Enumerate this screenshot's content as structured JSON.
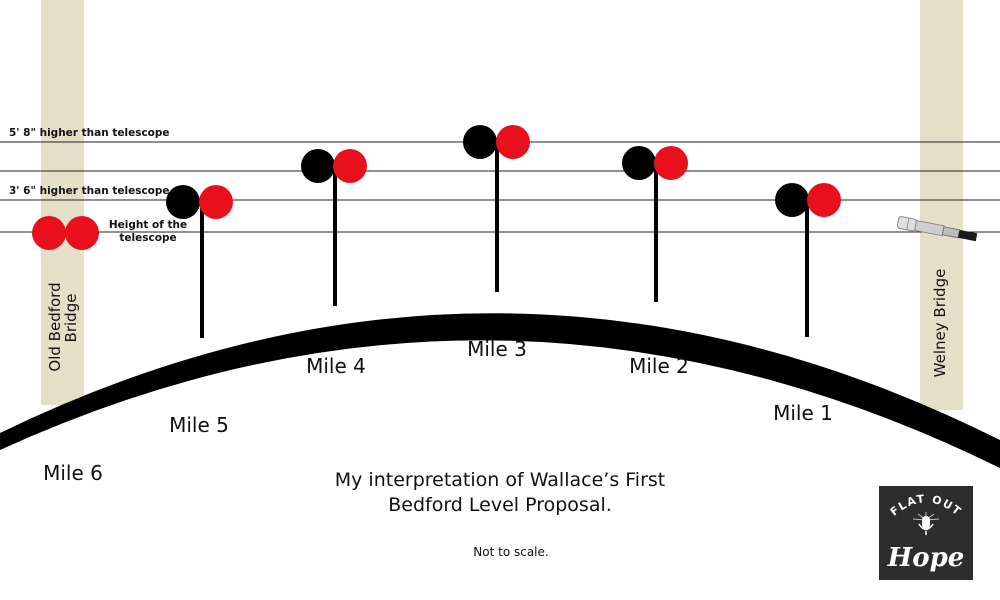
{
  "colors": {
    "earth": "#000000",
    "marker_red": "#e8101c",
    "marker_black": "#000000",
    "bridge_pillar": "#e6dfc7",
    "reference_line": "#222222",
    "logo_bg": "#2d2d2d"
  },
  "bridges": {
    "left": "Old Bedford Bridge",
    "left_line1": "Old Bedford",
    "left_line2": "Bridge",
    "right": "Welney Bridge"
  },
  "reference_lines": {
    "upper": "5' 8\" higher than telescope",
    "middle": "3' 6\" higher than telescope",
    "telescope_line1": "Height of the",
    "telescope_line2": "telescope"
  },
  "miles": {
    "m1": "Mile 1",
    "m2": "Mile 2",
    "m3": "Mile 3",
    "m4": "Mile 4",
    "m5": "Mile 5",
    "m6": "Mile 6"
  },
  "title": {
    "line1": "My interpretation of Wallace’s First",
    "line2": "Bedford Level Proposal."
  },
  "note": "Not to scale.",
  "logo": {
    "text": "FLAT OUT Hope",
    "icon": "microphone-icon"
  }
}
